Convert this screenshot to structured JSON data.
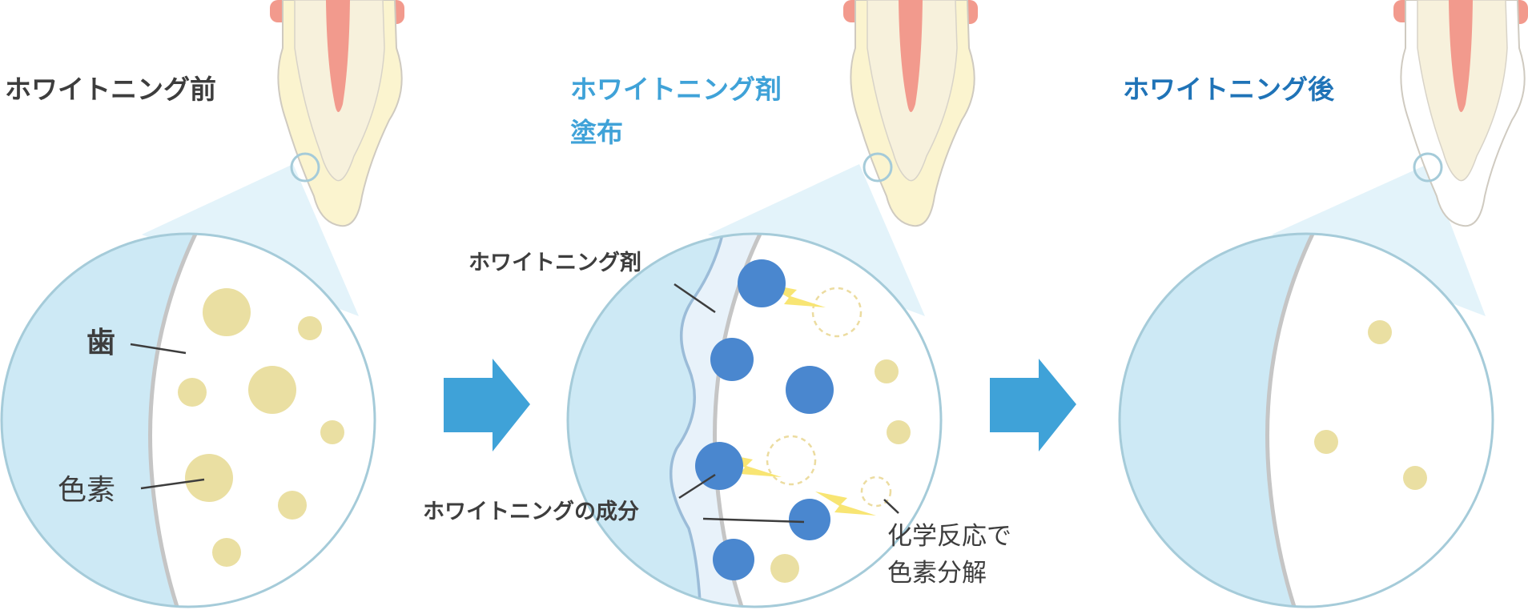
{
  "colors": {
    "tooth_pink": "#f29a8d",
    "tooth_cream": "#f7f1dc",
    "tooth_yellow": "#fbf4cf",
    "tooth_outline": "#cfcac0",
    "enamel_blue": "#cde9f5",
    "lens_outline": "#a5cbd9",
    "lens_cone": "#e3f3fa",
    "stain": "#eadfa2",
    "agent_layer": "#e8f2fa",
    "agent_layer_outline": "#9bbcd8",
    "component": "#4a87cf",
    "spark": "#f8e573",
    "arrow": "#3fa2d8",
    "label_dark": "#3d3d3d",
    "label_light_blue": "#3fa2d8",
    "label_blue": "#1f73b7"
  },
  "panels": [
    {
      "title": "ホワイトニング前"
    },
    {
      "title_line1": "ホワイトニング剤",
      "title_line2": "塗布"
    },
    {
      "title": "ホワイトニング後"
    }
  ],
  "labels": {
    "tooth": "歯",
    "stain": "色素",
    "agent": "ホワイトニング剤",
    "component": "ホワイトニングの成分",
    "reaction_line1": "化学反応で",
    "reaction_line2": "色素分解"
  }
}
